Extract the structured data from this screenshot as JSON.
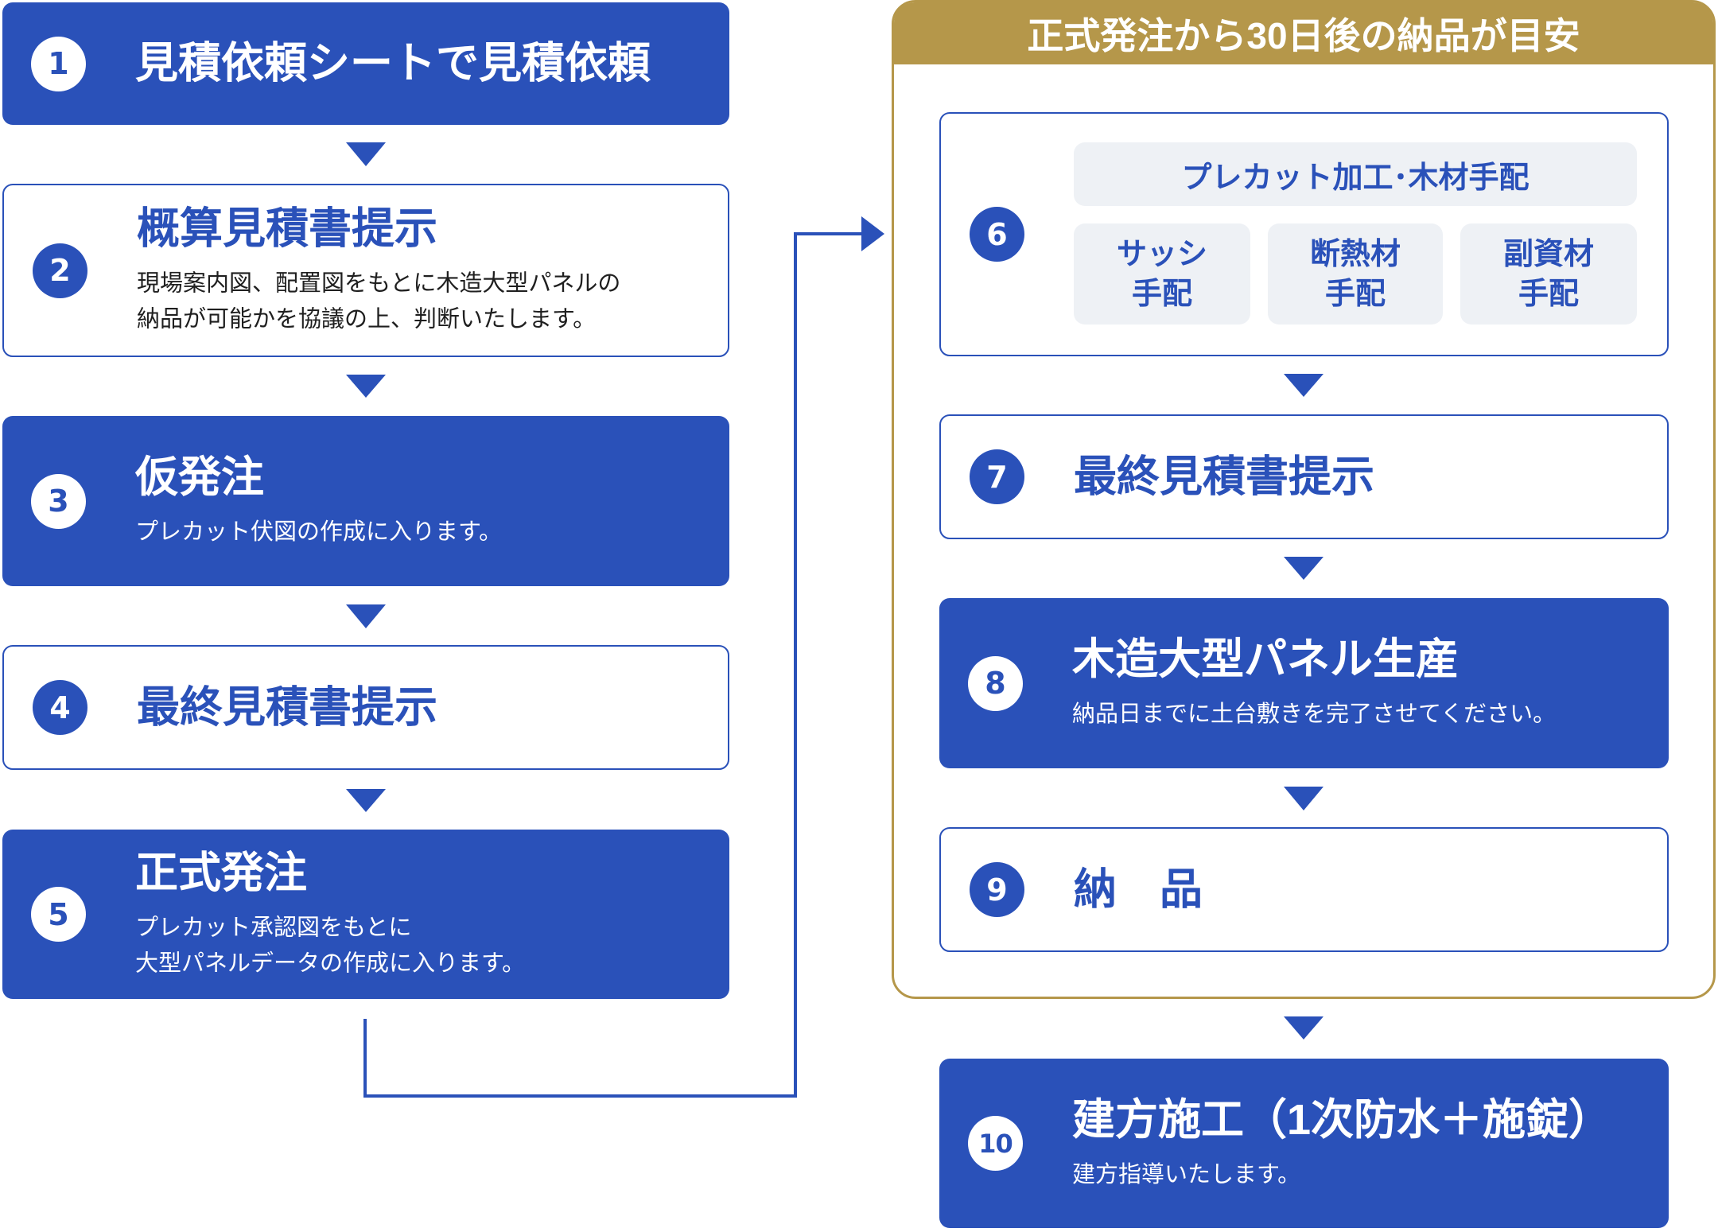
{
  "timeframe_panel": {
    "label": "正式発注から30日後の納品が目安"
  },
  "steps": [
    {
      "num": "1",
      "title": "見積依頼シートで見積依頼"
    },
    {
      "num": "2",
      "title": "概算見積書提示",
      "desc": [
        "現場案内図、配置図をもとに木造大型パネルの",
        "納品が可能かを協議の上、判断いたします。"
      ]
    },
    {
      "num": "3",
      "title": "仮発注",
      "desc": [
        "プレカット伏図の作成に入ります。"
      ]
    },
    {
      "num": "4",
      "title": "最終見積書提示"
    },
    {
      "num": "5",
      "title": "正式発注",
      "desc": [
        "プレカット承認図をもとに",
        "大型パネルデータの作成に入ります。"
      ]
    },
    {
      "num": "6",
      "header": "プレカット加工･木材手配",
      "tasks": [
        [
          "サッシ",
          "手配"
        ],
        [
          "断熱材",
          "手配"
        ],
        [
          "副資材",
          "手配"
        ]
      ]
    },
    {
      "num": "7",
      "title": "最終見積書提示"
    },
    {
      "num": "8",
      "title": "木造大型パネル生産",
      "desc": [
        "納品日までに土台敷きを完了させてください。"
      ]
    },
    {
      "num": "9",
      "title": "納　品"
    },
    {
      "num": "10",
      "title": "建方施工（1次防水＋施錠）",
      "desc": [
        "建方指導いたします。"
      ]
    }
  ],
  "colors": {
    "blue": "#2a51b9",
    "gold": "#b5974a",
    "gray": "#eef1f5",
    "ink": "#1f1f1f"
  }
}
